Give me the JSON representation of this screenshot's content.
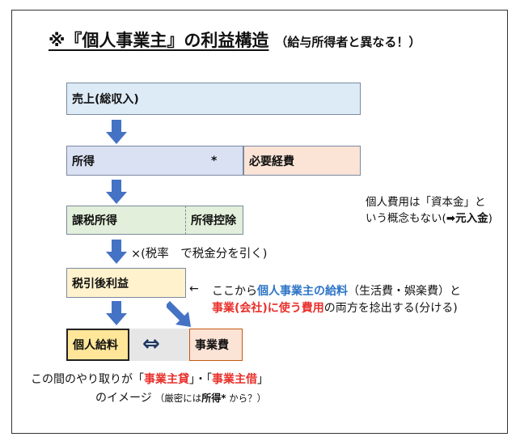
{
  "title": {
    "main": "※『個人事業主』の利益構造",
    "sub": "（給与所得者と異なる！）"
  },
  "boxes": {
    "revenue": "売上(総収入)",
    "income": "所得",
    "income_asterisk": "*",
    "expenses": "必要経費",
    "taxable_income": "課税所得",
    "income_deduction": "所得控除",
    "after_tax_profit": "税引後利益",
    "personal_salary": "個人給料",
    "business_expenses": "事業費",
    "exchange_symbol": "⇔"
  },
  "tax_step_label": "×(税率　で税金分を引く)",
  "side_note": {
    "line1": "個人費用は「資本金」と",
    "line2_prefix": "いう概念もない(",
    "line2_arrow": "➡",
    "line2_bold": "元入金",
    "line2_suffix": ")"
  },
  "explanation": {
    "arrow": "←",
    "l1_a": "ここから",
    "l1_blue": "個人事業主の給料",
    "l1_b": "（生活費・娯楽費）と",
    "l2_red": "事業(会社)に使う費用",
    "l2_b": "の両方を捻出する(分ける)"
  },
  "bottom_note": {
    "l1_a": "この間のやり取りが「",
    "l1_red1": "事業主貸",
    "l1_mid": "」・「",
    "l1_red2": "事業主借",
    "l1_end": "」",
    "l2_a": "のイメージ",
    "l2_small1": "（厳密には",
    "l2_bold": "所得*",
    "l2_small2": " から？）"
  },
  "colors": {
    "revenue_fill": "#ddebf7",
    "income_fill": "#dae1f3",
    "expenses_fill": "#fbe3d6",
    "taxable_fill": "#e2efda",
    "after_tax_fill": "#fff2cc",
    "salary_fill": "#ffe699",
    "business_fill": "#fbe3d6",
    "arrow_fill": "#4472c4",
    "accent_red": "#e8302b",
    "accent_blue": "#2d74c5"
  }
}
